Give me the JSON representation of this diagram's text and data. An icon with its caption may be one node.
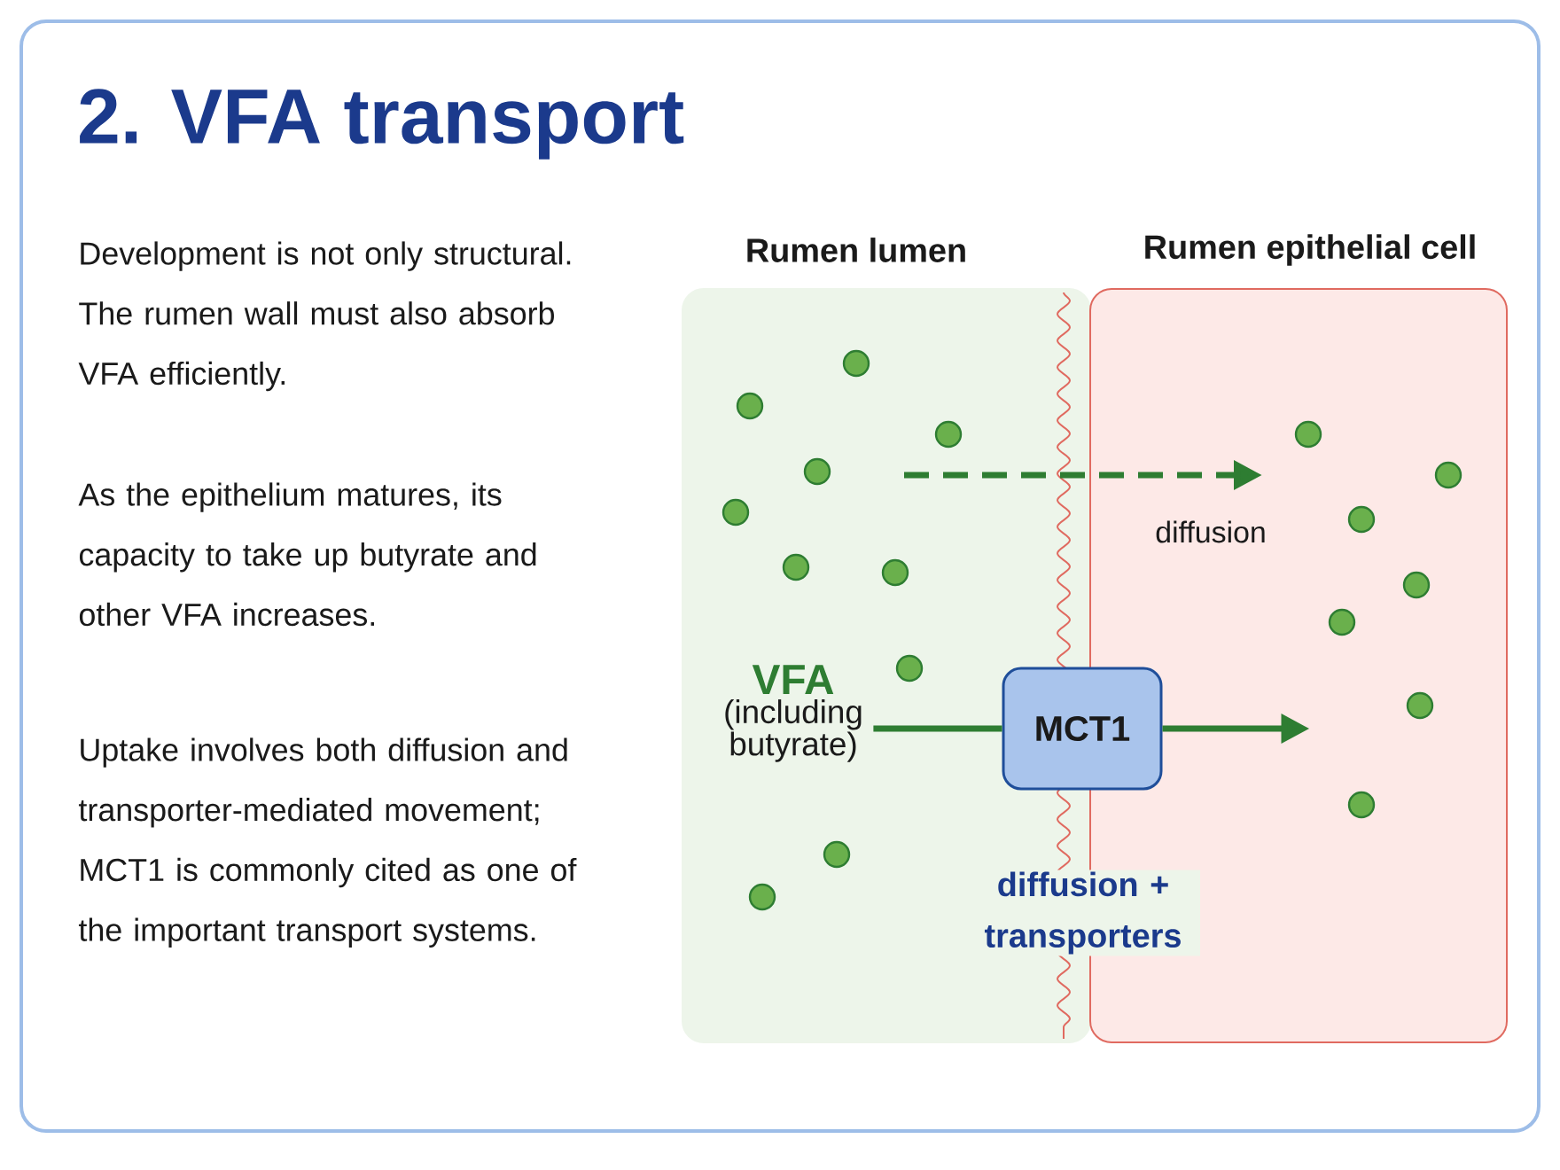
{
  "diagram": {
    "title": "2. VFA transport",
    "nodes": [
      {
        "text": [
          "Rumen lumen"
        ]
      },
      {
        "text": [
          "Rumen epithelial cell"
        ]
      },
      {
        "text": [
          "VFA",
          "(including butyrate)"
        ],
        "in": 0
      },
      {
        "text": [
          "MCT1"
        ]
      }
    ],
    "edges": [
      {
        "from": 2,
        "to": 3,
        "arrow": "none"
      },
      {
        "from": 3,
        "to": 1,
        "arrow": "to"
      }
    ],
    "labels": [
      "Development is not only structural. The rumen wall must also absorb VFA efficiently.",
      "As the epithelium matures, its capacity to take up butyrate and other VFA increases.",
      "Uptake involves both diffusion and transporter-mediated movement; MCT1 is commonly cited as one of the important transport systems.",
      "diffusion",
      "diffusion + transporters"
    ]
  }
}
